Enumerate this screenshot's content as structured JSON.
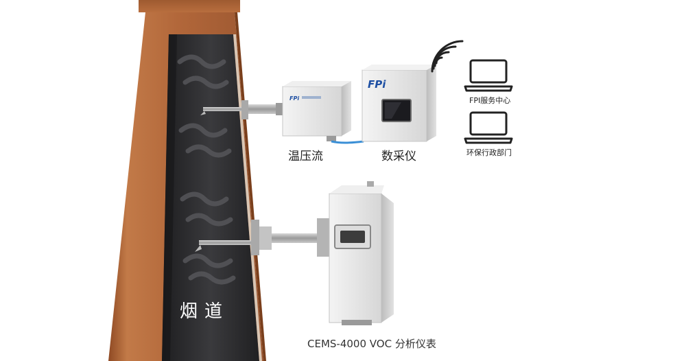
{
  "labels": {
    "temp_pressure_flow": "温压流",
    "data_acquisition": "数采仪",
    "fpi_service_center": "FPI服务中心",
    "env_department": "环保行政部门",
    "flue": "烟道",
    "analyzer": "CEMS-4000 VOC 分析仪表"
  },
  "brand": {
    "logo_text": "FPi"
  },
  "colors": {
    "chimney_brick": "#b2673a",
    "flue_interior": "#2b2b2e",
    "device_body": "#e4e4e4",
    "cable": "#3a8fd6",
    "brand_blue": "#1d4fa3"
  },
  "icons": [
    "wifi-signal-icon",
    "laptop-icon",
    "laptop-icon"
  ]
}
